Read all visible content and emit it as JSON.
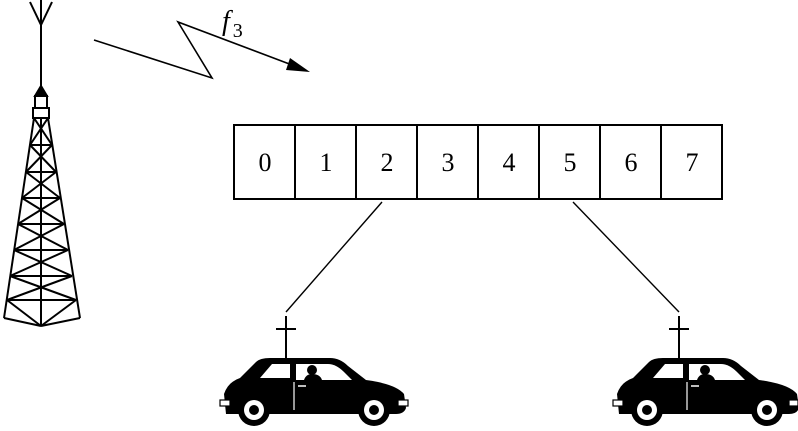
{
  "frequency": {
    "symbol": "f",
    "subscript": "3"
  },
  "timeslots": [
    "0",
    "1",
    "2",
    "3",
    "4",
    "5",
    "6",
    "7"
  ],
  "assignments": [
    {
      "slot": "2",
      "target": "left"
    },
    {
      "slot": "5",
      "target": "right"
    }
  ],
  "icons": {
    "tower": "antenna-tower-icon",
    "signal": "lightning-signal-icon",
    "car": "car-icon"
  }
}
